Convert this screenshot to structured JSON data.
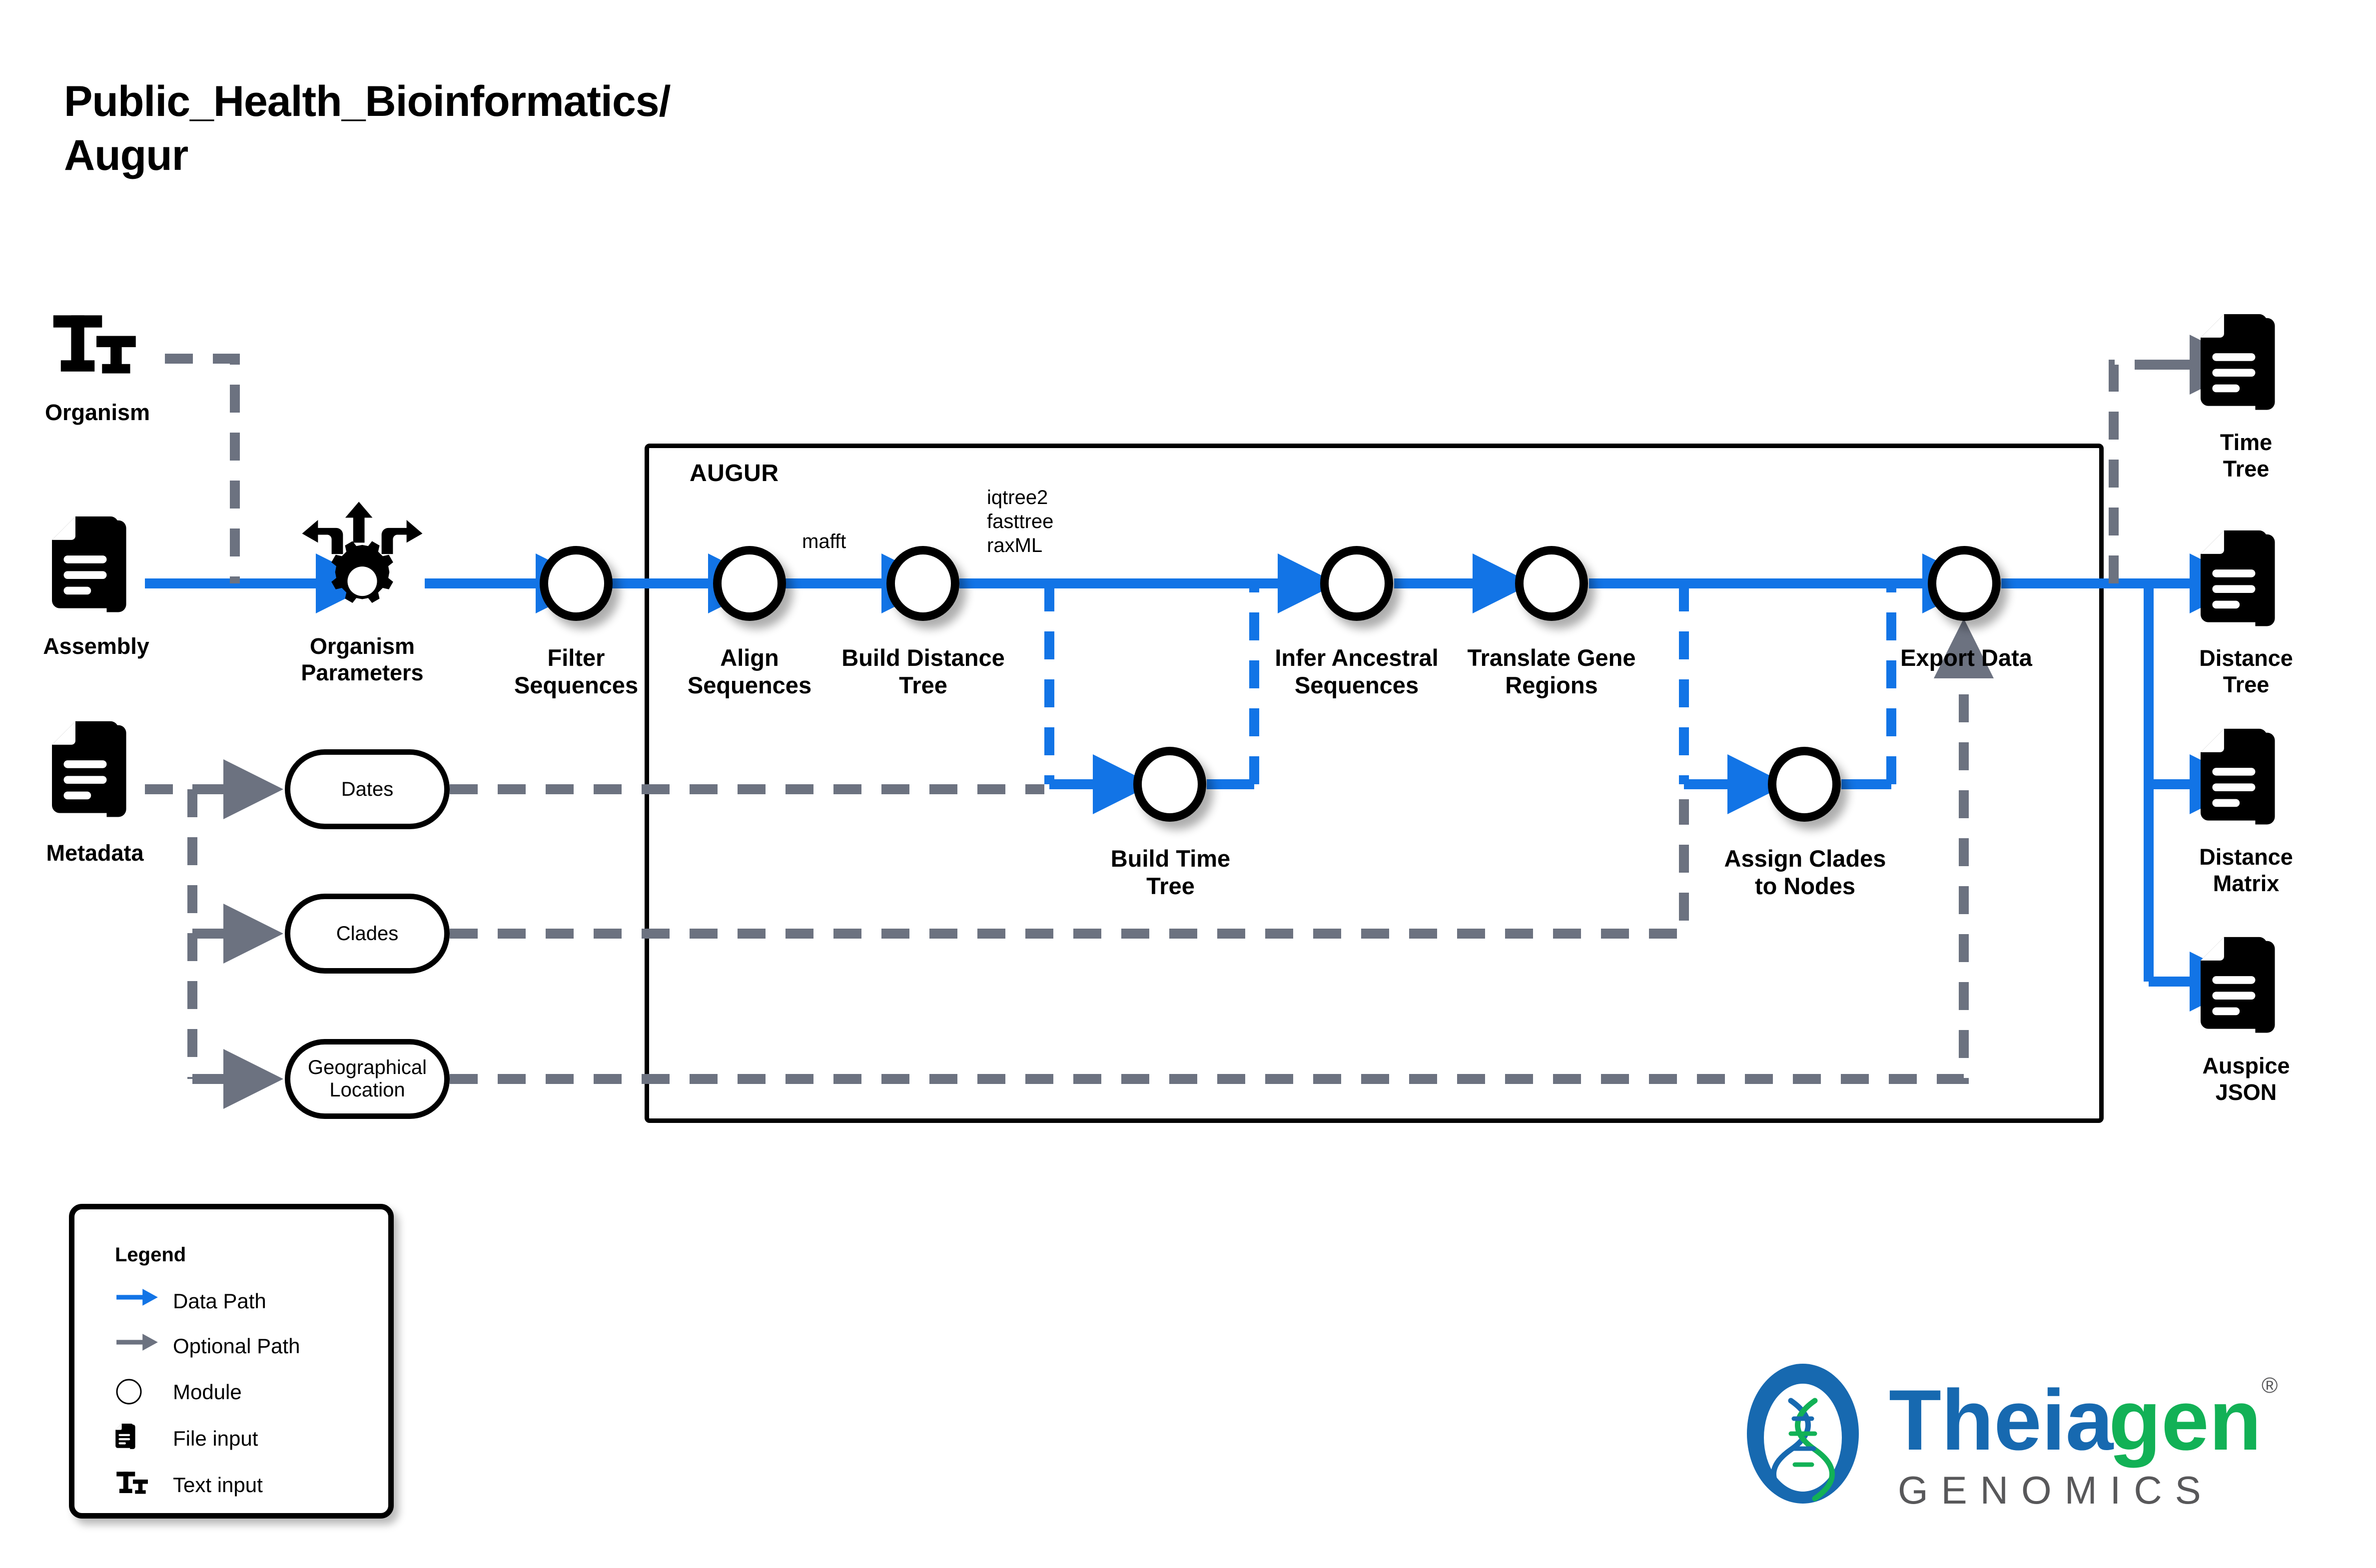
{
  "title": "Public_Health_Bioinformatics/\nAugur",
  "container": {
    "label": "AUGUR"
  },
  "inputs": [
    {
      "name": "organism",
      "label": "Organism",
      "icon": "text-input-icon"
    },
    {
      "name": "assembly",
      "label": "Assembly",
      "icon": "file-input-icon"
    },
    {
      "name": "organism-parameters",
      "label": "Organism\nParameters",
      "icon": "gear-arrows-icon"
    },
    {
      "name": "metadata",
      "label": "Metadata",
      "icon": "file-input-icon"
    }
  ],
  "metadata_fields": [
    {
      "name": "dates",
      "label": "Dates"
    },
    {
      "name": "clades",
      "label": "Clades"
    },
    {
      "name": "geographical-location",
      "label": "Geographical\nLocation"
    }
  ],
  "modules": [
    {
      "name": "filter-sequences",
      "label": "Filter\nSequences",
      "tool": ""
    },
    {
      "name": "align-sequences",
      "label": "Align\nSequences",
      "tool": "mafft"
    },
    {
      "name": "build-distance-tree",
      "label": "Build Distance\nTree",
      "tool": "iqtree2\nfasttree\nraxML"
    },
    {
      "name": "build-time-tree",
      "label": "Build Time\nTree",
      "tool": ""
    },
    {
      "name": "infer-ancestral-sequences",
      "label": "Infer Ancestral\nSequences",
      "tool": ""
    },
    {
      "name": "translate-gene-regions",
      "label": "Translate Gene\nRegions",
      "tool": ""
    },
    {
      "name": "assign-clades-to-nodes",
      "label": "Assign Clades\nto Nodes",
      "tool": ""
    },
    {
      "name": "export-data",
      "label": "Export Data",
      "tool": ""
    }
  ],
  "outputs": [
    {
      "name": "time-tree",
      "label": "Time\nTree",
      "path": "optional"
    },
    {
      "name": "distance-tree",
      "label": "Distance\nTree",
      "path": "data"
    },
    {
      "name": "distance-matrix",
      "label": "Distance\nMatrix",
      "path": "data"
    },
    {
      "name": "auspice-json",
      "label": "Auspice\nJSON",
      "path": "data"
    }
  ],
  "legend": {
    "title": "Legend",
    "items": [
      {
        "name": "data-path",
        "label": "Data Path",
        "glyph": "blue-arrow-icon"
      },
      {
        "name": "optional-path",
        "label": "Optional Path",
        "glyph": "gray-arrow-icon"
      },
      {
        "name": "module",
        "label": "Module",
        "glyph": "circle-icon"
      },
      {
        "name": "file-input",
        "label": "File input",
        "glyph": "file-input-icon"
      },
      {
        "name": "text-input",
        "label": "Text input",
        "glyph": "text-input-icon"
      }
    ]
  },
  "logo": {
    "brand_primary": "Theia",
    "brand_secondary": "gen",
    "registered": "®",
    "subtitle": "GENOMICS"
  },
  "colors": {
    "data_path": "#1274E6",
    "optional_path": "#6C7280",
    "stroke": "#000000",
    "logo_blue": "#1769B0",
    "logo_green": "#12B156",
    "logo_gray": "#58585A"
  }
}
